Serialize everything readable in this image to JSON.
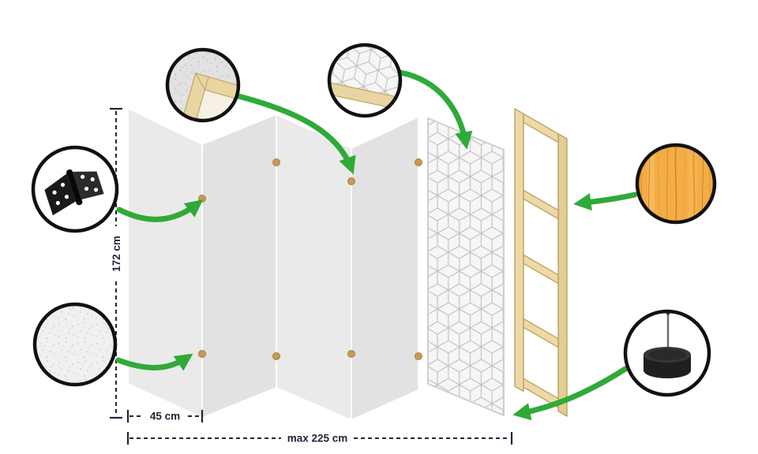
{
  "dimensions": {
    "height": "172 cm",
    "panel_width": "45 cm",
    "total_width": "max 225 cm"
  },
  "callouts": {
    "hinge": "hinge-icon",
    "fabric": "fabric-texture-icon",
    "frame_corner": "frame-corner-icon",
    "pattern_corner": "pattern-corner-icon",
    "wood": "wood-texture-icon",
    "foot": "foot-stud-icon"
  },
  "colors": {
    "accent_green": "#2faa38",
    "dimension": "#23233b",
    "panel_gray": "#eaeaea",
    "wood_frame": "#ecd9a6",
    "wood_texture": "#f3ac46",
    "callout_border": "#111111",
    "background": "#ffffff"
  }
}
